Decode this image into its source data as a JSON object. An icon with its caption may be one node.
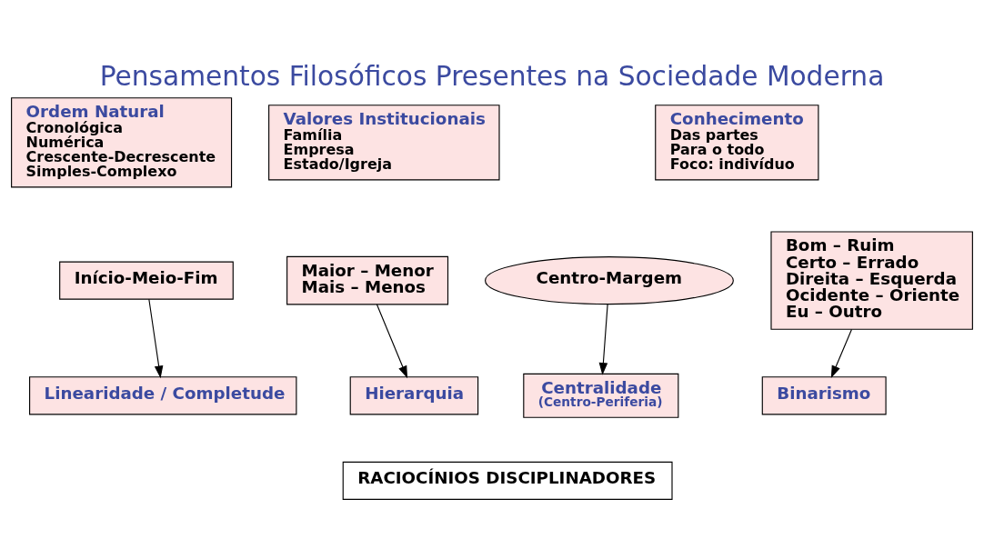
{
  "diagram": {
    "title": "Pensamentos Filosóficos Presentes na Sociedade Moderna",
    "nodes": [
      {
        "text": [
          "Ordem Natural",
          "Cronológica",
          "Numérica",
          "Crescente-Decrescente",
          "Simples-Complexo"
        ]
      },
      {
        "text": [
          "Valores Institucionais",
          "Família",
          "Empresa",
          "Estado/Igreja"
        ]
      },
      {
        "text": [
          "Conhecimento",
          "Das partes",
          "Para o todo",
          "Foco: indivíduo"
        ]
      },
      {
        "text": [
          "Início-Meio-Fim"
        ]
      },
      {
        "text": [
          "Maior – Menor",
          "Mais – Menos"
        ]
      },
      {
        "text": [
          "Centro-Margem"
        ]
      },
      {
        "text": [
          "Bom – Ruim",
          "Certo – Errado",
          "Direita – Esquerda",
          "Ocidente – Oriente",
          "Eu – Outro"
        ]
      },
      {
        "text": [
          "Linearidade / Completude"
        ]
      },
      {
        "text": [
          "Hierarquia"
        ]
      },
      {
        "text": [
          "Centralidade",
          "(Centro-Periferia)"
        ]
      },
      {
        "text": [
          "Binarismo"
        ]
      },
      {
        "text": [
          "RACIOCÍNIOS DISCIPLINADORES"
        ]
      }
    ],
    "edges": [
      {
        "from": 3,
        "to": 7,
        "arrow": "to"
      },
      {
        "from": 4,
        "to": 8,
        "arrow": "to"
      },
      {
        "from": 5,
        "to": 9,
        "arrow": "to"
      },
      {
        "from": 6,
        "to": 10,
        "arrow": "to"
      }
    ]
  }
}
